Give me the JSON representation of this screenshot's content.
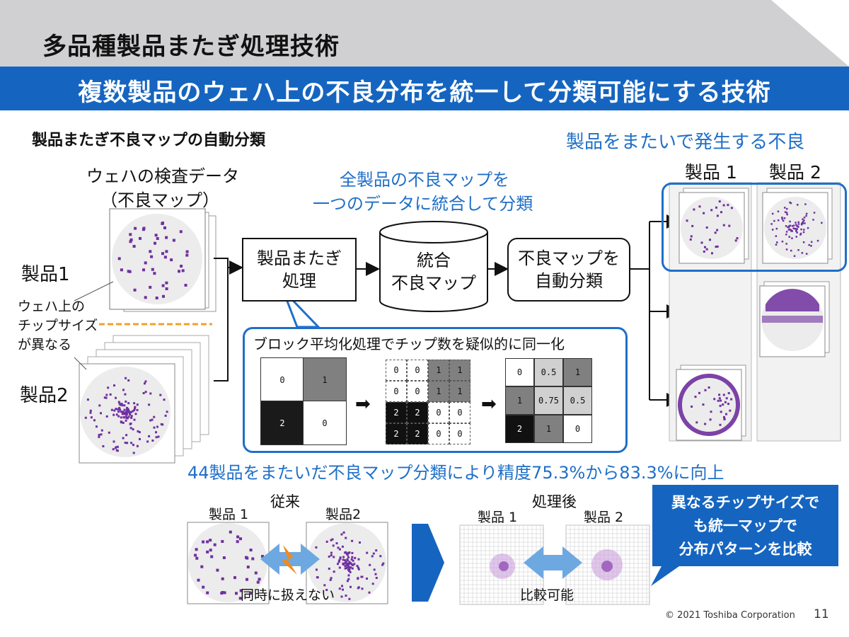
{
  "header": {
    "title": "多品種製品またぎ処理技術",
    "subtitle": "複数製品のウェハ上の不良分布を統一して分類可能にする技術"
  },
  "left": {
    "section_title": "製品またぎ不良マップの自動分類",
    "wafer_data_line1": "ウェハの検査データ",
    "wafer_data_line2": "（不良マップ）",
    "product1_label": "製品1",
    "product2_label": "製品2",
    "note_line1": "ウェハ上の",
    "note_line2": "チップサイズ",
    "note_line3": "が異なる"
  },
  "flow": {
    "integrate_line1": "全製品の不良マップを",
    "integrate_line2": "一つのデータに統合して分類",
    "box1_line1": "製品またぎ",
    "box1_line2": "処理",
    "box2_line1": "統合",
    "box2_line2": "不良マップ",
    "box3_line1": "不良マップを",
    "box3_line2": "自動分類"
  },
  "callout": {
    "title": "ブロック平均化処理でチップ数を疑似的に同一化",
    "grid1": [
      "0",
      "1",
      "2",
      "0"
    ],
    "grid2": [
      "0",
      "0",
      "1",
      "1",
      "0",
      "0",
      "1",
      "1",
      "2",
      "2",
      "0",
      "0",
      "2",
      "2",
      "0",
      "0"
    ],
    "grid3": [
      "0",
      "0.5",
      "1",
      "1",
      "0.75",
      "0.5",
      "2",
      "1",
      "0"
    ]
  },
  "right": {
    "cross_defect": "製品をまたいで発生する不良",
    "col1": "製品 1",
    "col2": "製品 2"
  },
  "result": {
    "accuracy": "44製品をまたいだ不良マップ分類により精度75.3%から83.3%に向上"
  },
  "bottom": {
    "before_title": "従来",
    "before_p1": "製品 1",
    "before_p2": "製品2",
    "before_caption": "同時に扱えない",
    "after_title": "処理後",
    "after_p1": "製品 1",
    "after_p2": "製品 2",
    "after_caption": "比較可能",
    "banner_line1": "異なるチップサイズで",
    "banner_line2": "も統一マップで",
    "banner_line3": "分布パターンを比較"
  },
  "footer": {
    "copyright": "© 2021 Toshiba Corporation",
    "page": "11"
  },
  "colors": {
    "accent_blue": "#1565c0",
    "defect_purple": "#7030a0",
    "orange_dash": "#f0a030"
  }
}
